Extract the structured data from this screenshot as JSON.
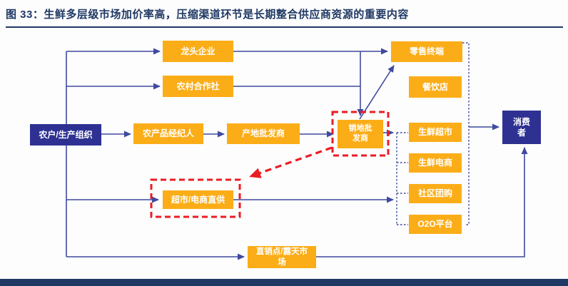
{
  "title": "图 33：生鲜多层级市场加价率高，压缩渠道环节是长期整合供应商资源的重要内容",
  "colors": {
    "title_navy": "#1f3864",
    "node_blue": "#2e3192",
    "node_yellow": "#fbad18",
    "connector_indigo": "#3f4a9f",
    "highlight_red": "#ec1c24",
    "footer_bar": "#1f3864"
  },
  "diagram": {
    "nodes": {
      "farmers": {
        "label": "农户/生产组织",
        "type": "blue"
      },
      "leading_enterprise": {
        "label": "龙头企业",
        "type": "yellow"
      },
      "rural_cooperative": {
        "label": "农村合作社",
        "type": "yellow"
      },
      "produce_broker": {
        "label": "农产品经纪人",
        "type": "yellow"
      },
      "origin_wholesaler": {
        "label": "产地批发商",
        "type": "yellow"
      },
      "destination_wholesaler": {
        "label": "销地批\n发商",
        "type": "yellow",
        "highlighted_red_dashed": true
      },
      "retail_terminal": {
        "label": "零售终端",
        "type": "yellow"
      },
      "restaurant": {
        "label": "餐饮店",
        "type": "yellow"
      },
      "fresh_supermarket": {
        "label": "生鲜超市",
        "type": "yellow"
      },
      "fresh_ecommerce": {
        "label": "生鲜电商",
        "type": "yellow"
      },
      "community_group_buying": {
        "label": "社区团购",
        "type": "yellow"
      },
      "o2o_platform": {
        "label": "O2O平台",
        "type": "yellow"
      },
      "supermarket_direct_supply": {
        "label": "超市/电商直供",
        "type": "yellow",
        "highlighted_red_dashed": true
      },
      "direct_sales_open_market": {
        "label": "直销点/露天市\n场",
        "type": "yellow"
      },
      "consumer": {
        "label": "消费\n者",
        "type": "blue"
      }
    },
    "edges": [
      {
        "from": "farmers",
        "to": "leading_enterprise",
        "style": "solid-arrow"
      },
      {
        "from": "farmers",
        "to": "rural_cooperative",
        "style": "solid-arrow"
      },
      {
        "from": "farmers",
        "to": "produce_broker",
        "style": "solid-arrow"
      },
      {
        "from": "produce_broker",
        "to": "origin_wholesaler",
        "style": "solid-arrow"
      },
      {
        "from": "origin_wholesaler",
        "to": "destination_wholesaler",
        "style": "solid-arrow"
      },
      {
        "from": "leading_enterprise",
        "to": "retail_terminal",
        "style": "solid-arrow"
      },
      {
        "from": "leading_enterprise",
        "to": "destination_wholesaler",
        "style": "solid-arrow"
      },
      {
        "from": "rural_cooperative",
        "to": "destination_wholesaler",
        "style": "solid-arrow"
      },
      {
        "from": "destination_wholesaler",
        "to": "retail_terminal",
        "style": "solid-arrow"
      },
      {
        "from": "destination_wholesaler",
        "to": "retail-formats-bracket",
        "style": "solid-arrow"
      },
      {
        "from": "retail-formats-bracket",
        "to": "fresh_supermarket|fresh_ecommerce|community_group_buying|o2o_platform",
        "style": "dashed"
      },
      {
        "from": "retail_terminal",
        "to": "o2o_platform",
        "style": "dashed-bracket-right"
      },
      {
        "from": "retail-terminal-bracket",
        "to": "consumer",
        "style": "solid-arrow"
      },
      {
        "from": "farmers",
        "to": "supermarket_direct_supply",
        "style": "solid-arrow"
      },
      {
        "from": "supermarket_direct_supply",
        "to": "retail-formats-bracket",
        "style": "solid-arrow"
      },
      {
        "from": "farmers",
        "to": "direct_sales_open_market",
        "style": "solid-arrow"
      },
      {
        "from": "direct_sales_open_market",
        "to": "consumer",
        "style": "solid-arrow"
      },
      {
        "from": "destination_wholesaler",
        "to": "supermarket_direct_supply",
        "style": "red-dashed-arrow"
      }
    ]
  }
}
